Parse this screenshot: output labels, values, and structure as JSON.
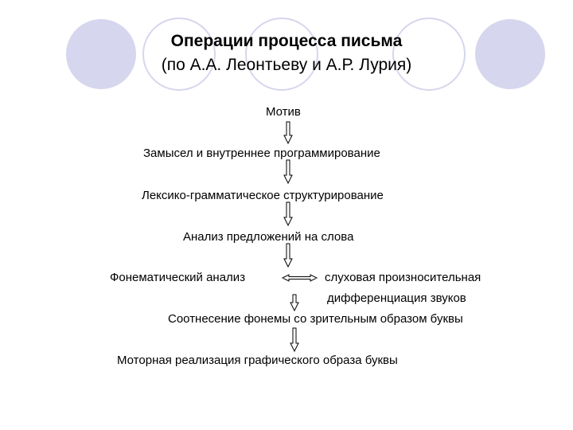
{
  "title": {
    "line1": "Операции  процесса письма",
    "line2": "(по А.А. Леонтьеву и А.Р. Лурия)"
  },
  "nodes": {
    "motive": "Мотив",
    "intent": "Замысел и внутреннее программирование",
    "lexico": "Лексико-грамматическое структурирование",
    "analysis": "Анализ предложений на слова",
    "phonematic": "Фонематический анализ",
    "auditory_1": "слуховая произносительная",
    "auditory_2": "дифференциация звуков",
    "correlation": "Соотнесение  фонемы со зрительным образом буквы",
    "motor": "Моторная реализация графического образа буквы"
  },
  "colors": {
    "decoration": "#d6d6ee",
    "text": "#000000",
    "arrow": "#000000"
  }
}
